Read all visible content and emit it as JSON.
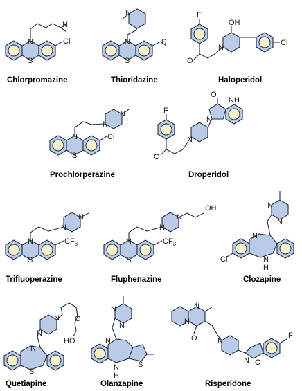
{
  "molecules": [
    {
      "name": "Chlorpromazine",
      "atoms": {
        "n1": "N",
        "n2": "N",
        "s": "S",
        "cl": "Cl"
      }
    },
    {
      "name": "Thioridazine",
      "atoms": {
        "n1": "N",
        "n2": "N",
        "s": "S",
        "s2": "S"
      }
    },
    {
      "name": "Haloperidol",
      "atoms": {
        "f": "F",
        "oh": "OH",
        "n": "N",
        "cl": "Cl",
        "o": "O"
      }
    },
    {
      "name": "Prochlorperazine",
      "atoms": {
        "n1": "N",
        "n2": "N",
        "n3": "N",
        "s": "S",
        "cl": "Cl"
      }
    },
    {
      "name": "Droperidol",
      "atoms": {
        "f": "F",
        "o": "O",
        "n1": "N",
        "n2": "N",
        "nh": "H",
        "n3": "N",
        "o2": "O"
      }
    },
    {
      "name": "Trifluoperazine",
      "atoms": {
        "n1": "N",
        "n2": "N",
        "n3": "N",
        "s": "S",
        "cf3": "CF"
      }
    },
    {
      "name": "Fluphenazine",
      "atoms": {
        "n1": "N",
        "n2": "N",
        "n3": "N",
        "s": "S",
        "cf3": "CF",
        "oh": "OH"
      }
    },
    {
      "name": "Clozapine",
      "atoms": {
        "n1": "N",
        "n2": "N",
        "n3": "N",
        "cl": "Cl",
        "nh": "N",
        "h": "H"
      }
    },
    {
      "name": "Quetiapine",
      "atoms": {
        "n1": "N",
        "n2": "N",
        "n3": "N",
        "o": "O",
        "ho": "HO",
        "s": "S"
      }
    },
    {
      "name": "Olanzapine",
      "atoms": {
        "n1": "N",
        "n2": "N",
        "n3": "N",
        "nh": "N",
        "h": "H",
        "s": "S"
      }
    },
    {
      "name": "Risperidone",
      "atoms": {
        "n1": "N",
        "n2": "N",
        "o": "O",
        "n3": "N",
        "n4": "N",
        "o2": "O",
        "f": "F"
      }
    }
  ],
  "subscript": "3"
}
